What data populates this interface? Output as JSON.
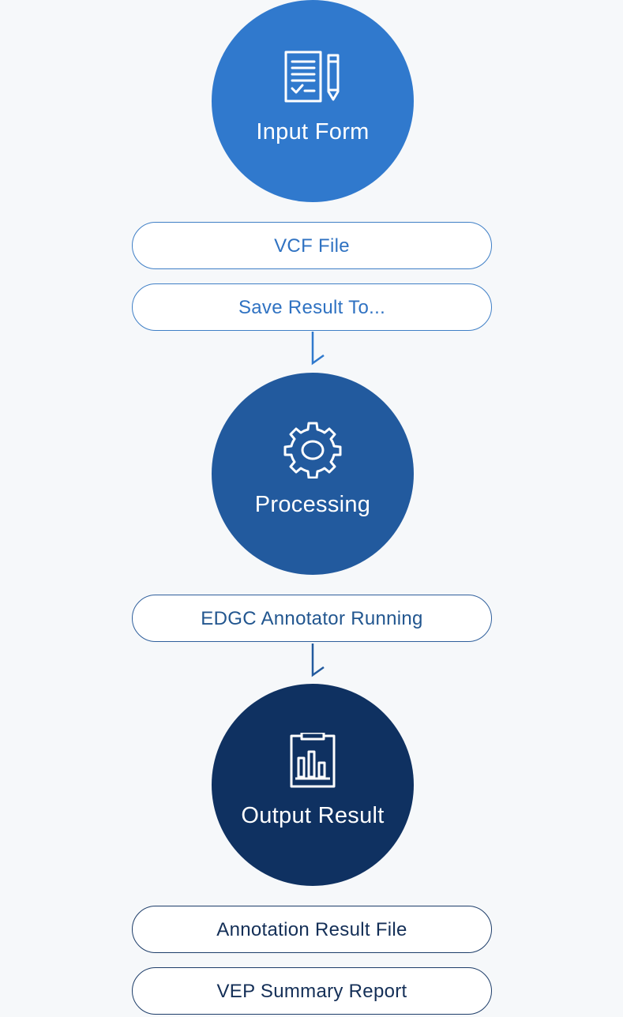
{
  "steps": [
    {
      "title": "Input Form",
      "icon": "document-pencil-icon",
      "color": "#3079cd",
      "items": [
        "VCF File",
        "Save Result To..."
      ]
    },
    {
      "title": "Processing",
      "icon": "gear-icon",
      "color": "#225a9e",
      "items": [
        "EDGC Annotator Running"
      ]
    },
    {
      "title": "Output Result",
      "icon": "clipboard-chart-icon",
      "color": "#0f3161",
      "items": [
        "Annotation Result File",
        "VEP Summary Report"
      ]
    }
  ]
}
